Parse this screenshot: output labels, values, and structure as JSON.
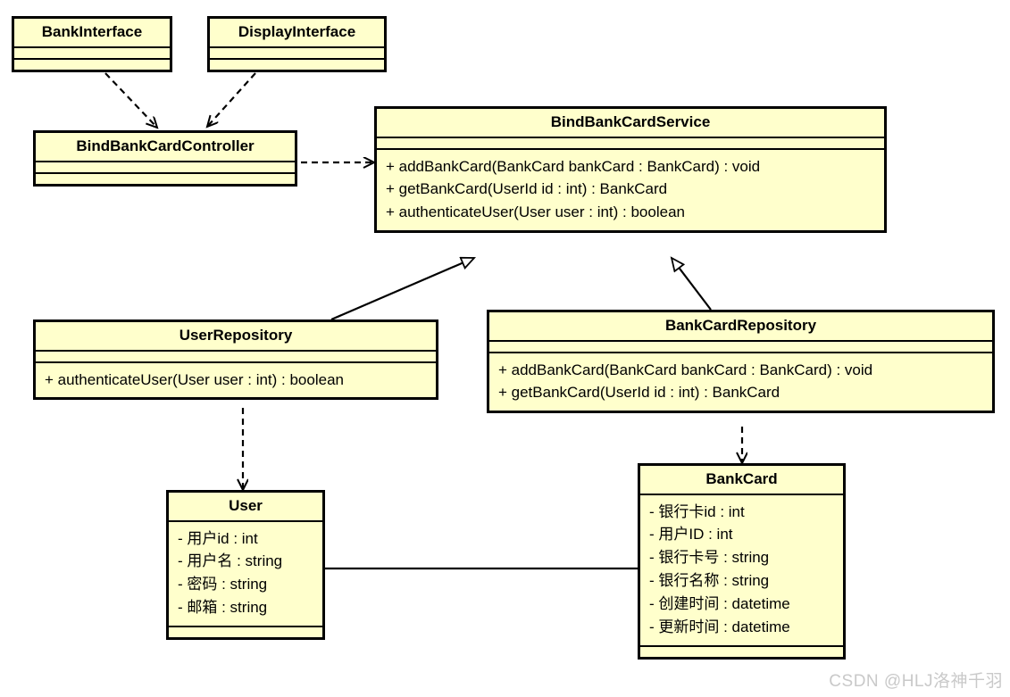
{
  "diagram": {
    "type": "uml-class-diagram",
    "background_color": "#ffffff",
    "class_fill_color": "#ffffcc",
    "class_border_color": "#000000",
    "watermark": "CSDN @HLJ洛神千羽"
  },
  "classes": [
    {
      "id": "bank-interface",
      "name": "BankInterface",
      "attributes": [],
      "methods": []
    },
    {
      "id": "display-interface",
      "name": "DisplayInterface",
      "attributes": [],
      "methods": []
    },
    {
      "id": "bind-bank-card-controller",
      "name": "BindBankCardController",
      "attributes": [],
      "methods": []
    },
    {
      "id": "bind-bank-card-service",
      "name": "BindBankCardService",
      "attributes": [],
      "methods": [
        "+ addBankCard(BankCard bankCard : BankCard) : void",
        "+ getBankCard(UserId id : int) : BankCard",
        "+ authenticateUser(User user : int) : boolean"
      ]
    },
    {
      "id": "user-repository",
      "name": "UserRepository",
      "attributes": [],
      "methods": [
        "+ authenticateUser(User user : int) : boolean"
      ]
    },
    {
      "id": "bank-card-repository",
      "name": "BankCardRepository",
      "attributes": [],
      "methods": [
        "+ addBankCard(BankCard bankCard : BankCard) : void",
        "+ getBankCard(UserId id : int) : BankCard"
      ]
    },
    {
      "id": "user",
      "name": "User",
      "attributes": [
        "- 用户id : int",
        "- 用户名 : string",
        "- 密码 : string",
        "- 邮箱 : string"
      ],
      "methods": []
    },
    {
      "id": "bank-card",
      "name": "BankCard",
      "attributes": [
        "- 银行卡id : int",
        "- 用户ID : int",
        "- 银行卡号 : string",
        "- 银行名称 : string",
        "- 创建时间 : datetime",
        "- 更新时间 : datetime"
      ],
      "methods": []
    }
  ],
  "relationships": [
    {
      "id": "rel-bankinterface-controller",
      "type": "dependency",
      "from": "bank-interface",
      "to": "bind-bank-card-controller"
    },
    {
      "id": "rel-displayinterface-controller",
      "type": "dependency",
      "from": "display-interface",
      "to": "bind-bank-card-controller"
    },
    {
      "id": "rel-controller-service",
      "type": "dependency",
      "from": "bind-bank-card-controller",
      "to": "bind-bank-card-service"
    },
    {
      "id": "rel-userrepo-service",
      "type": "generalization",
      "from": "user-repository",
      "to": "bind-bank-card-service"
    },
    {
      "id": "rel-bankcardrepo-service",
      "type": "generalization",
      "from": "bank-card-repository",
      "to": "bind-bank-card-service"
    },
    {
      "id": "rel-userrepo-user",
      "type": "dependency",
      "from": "user-repository",
      "to": "user"
    },
    {
      "id": "rel-bankcardrepo-bankcard",
      "type": "dependency",
      "from": "bank-card-repository",
      "to": "bank-card"
    },
    {
      "id": "rel-user-bankcard",
      "type": "association",
      "from": "user",
      "to": "bank-card"
    }
  ]
}
